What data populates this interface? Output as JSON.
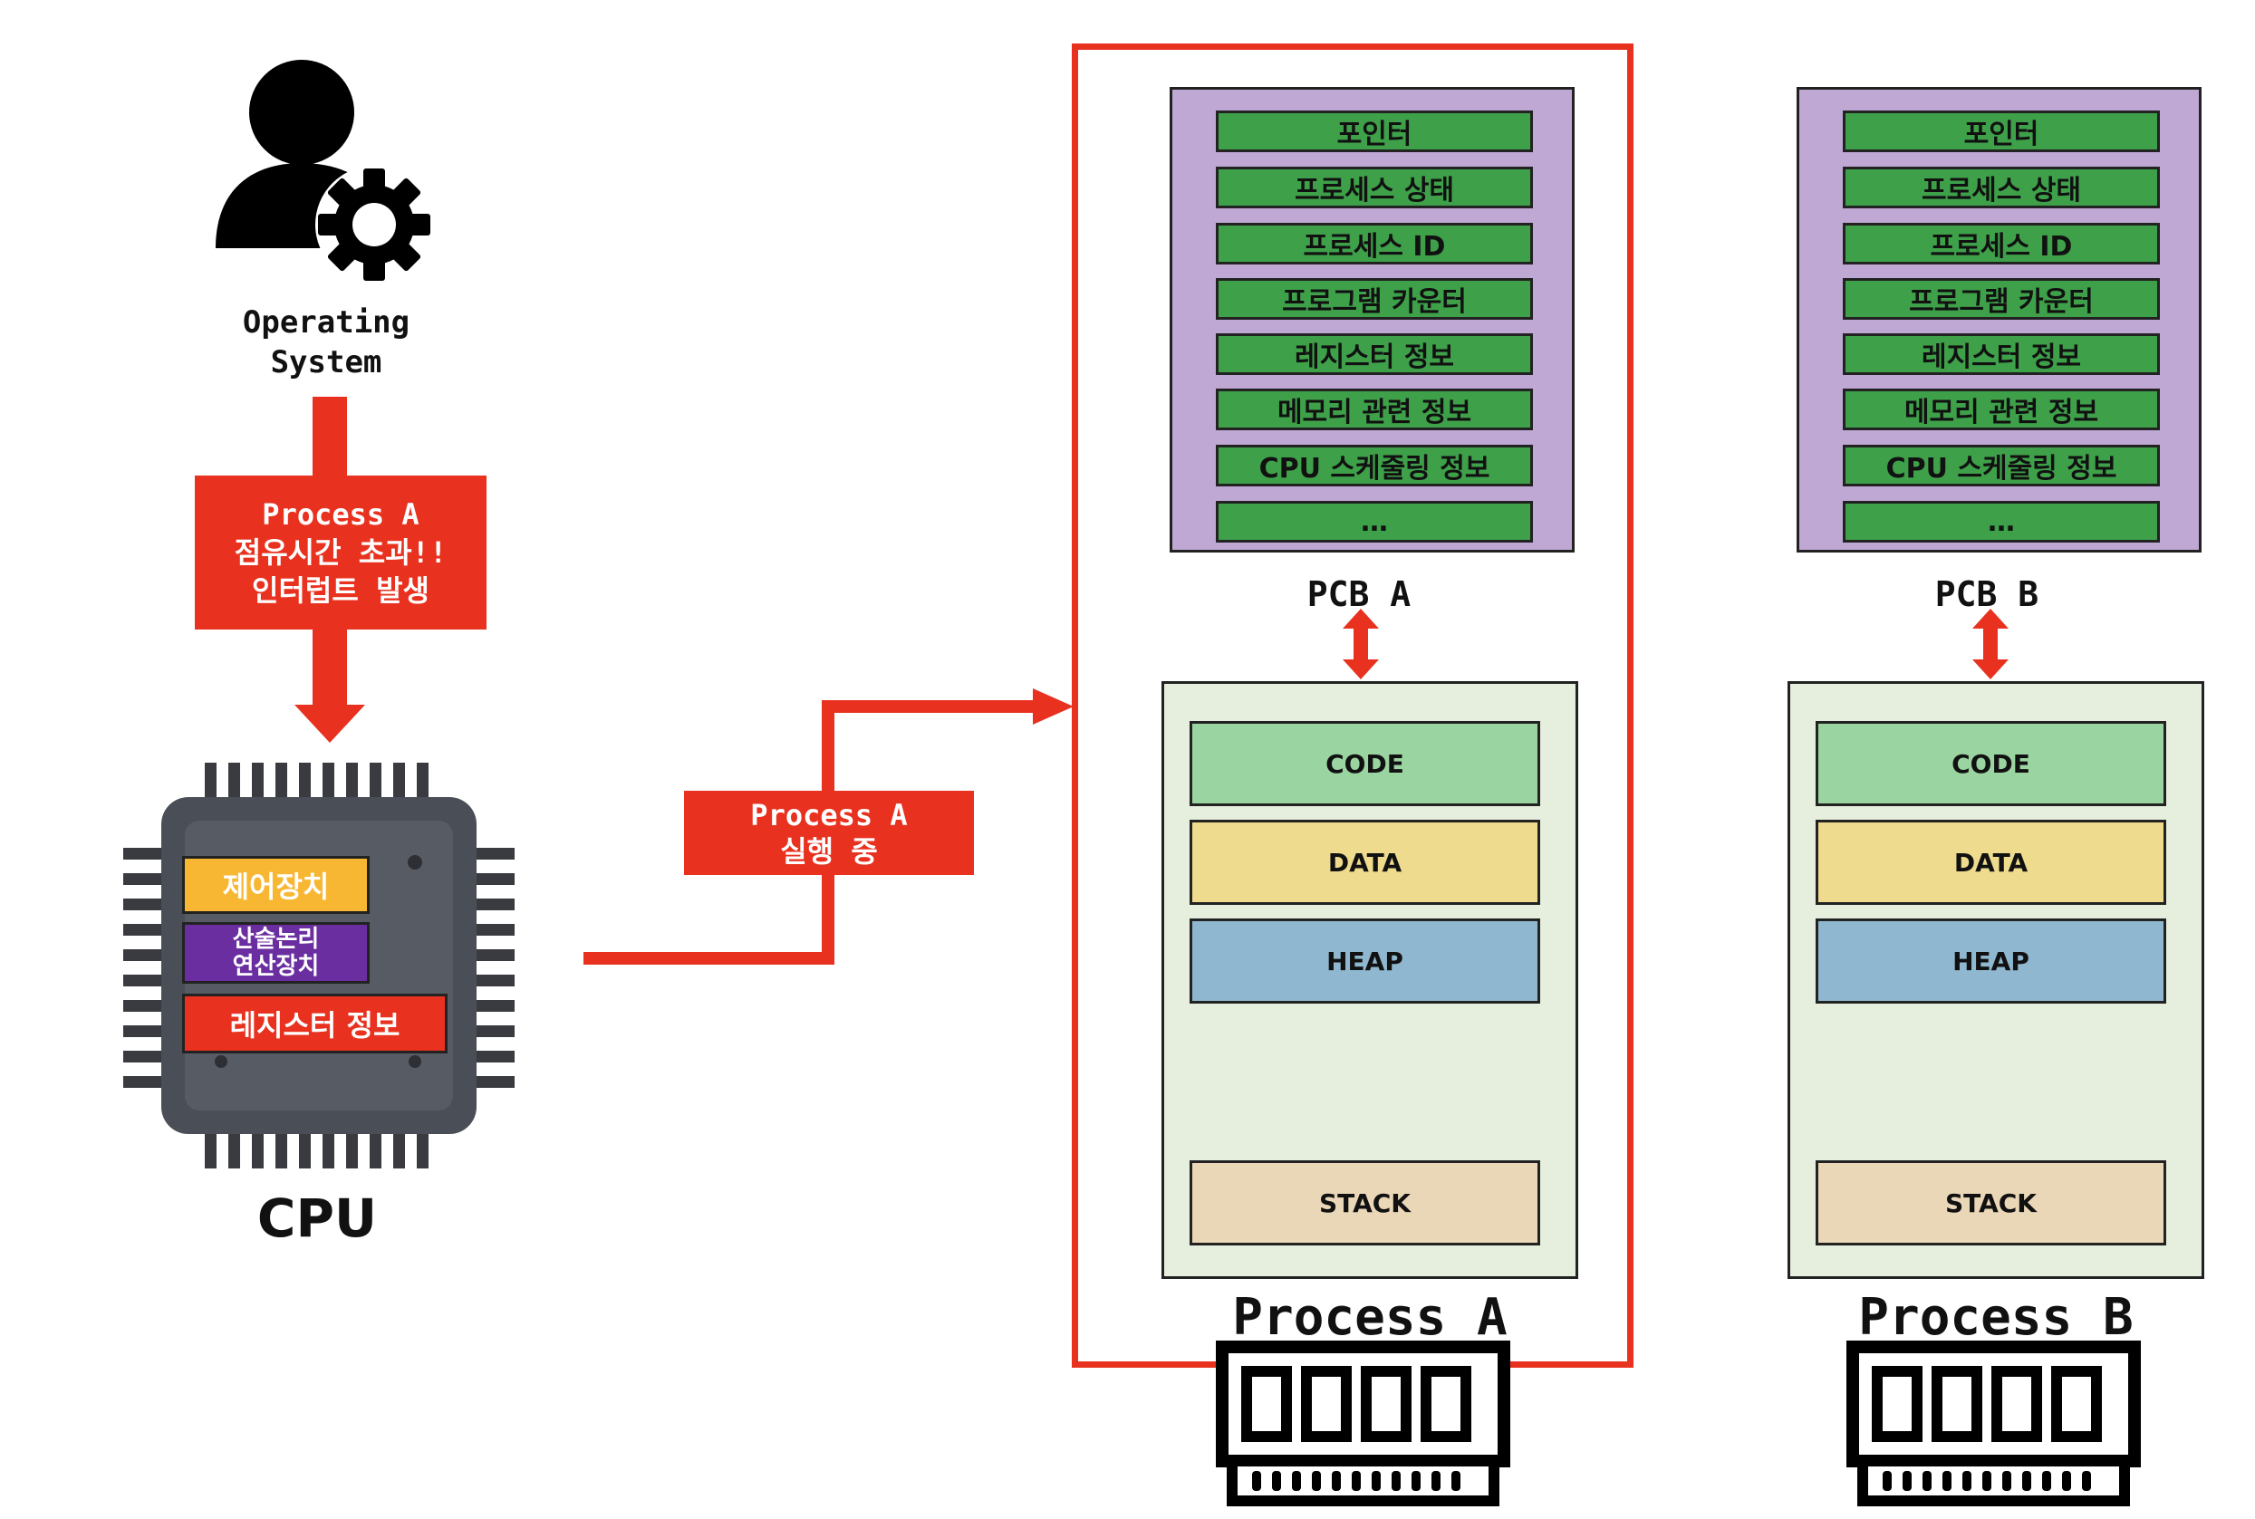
{
  "os": {
    "label_line1": "Operating",
    "label_line2": "System",
    "icon": "user-gear-icon"
  },
  "interrupt": {
    "line1": "Process A",
    "line2": "점유시간 초과!!",
    "line3": "인터럽트 발생"
  },
  "cpu": {
    "title": "CPU",
    "control_unit": "제어장치",
    "alu_line1": "산술논리",
    "alu_line2": "연산장치",
    "registers": "레지스터 정보",
    "icon": "cpu-chip-icon"
  },
  "running": {
    "line1": "Process A",
    "line2": "실행 중"
  },
  "pcb_fields": [
    "포인터",
    "프로세스 상태",
    "프로세스 ID",
    "프로그램 카운터",
    "레지스터 정보",
    "메모리 관련 정보",
    "CPU 스케줄링 정보",
    "…"
  ],
  "processes": [
    {
      "pcb_title": "PCB A",
      "segments": {
        "code": "CODE",
        "data": "DATA",
        "heap": "HEAP",
        "stack": "STACK"
      },
      "title": "Process A"
    },
    {
      "pcb_title": "PCB B",
      "segments": {
        "code": "CODE",
        "data": "DATA",
        "heap": "HEAP",
        "stack": "STACK"
      },
      "title": "Process B"
    }
  ],
  "colors": {
    "accent_red": "#e8321f",
    "pcb_bg": "#bfa8d4",
    "pcb_field": "#3ea14a",
    "memory_bg": "#e6efdd",
    "code": "#9ad4a1",
    "data": "#eedb8e",
    "heap": "#8fb7cf",
    "stack": "#ead7b8",
    "control_unit": "#f7b733",
    "alu": "#6a2ea0",
    "chip_body": "#4a4e56"
  }
}
